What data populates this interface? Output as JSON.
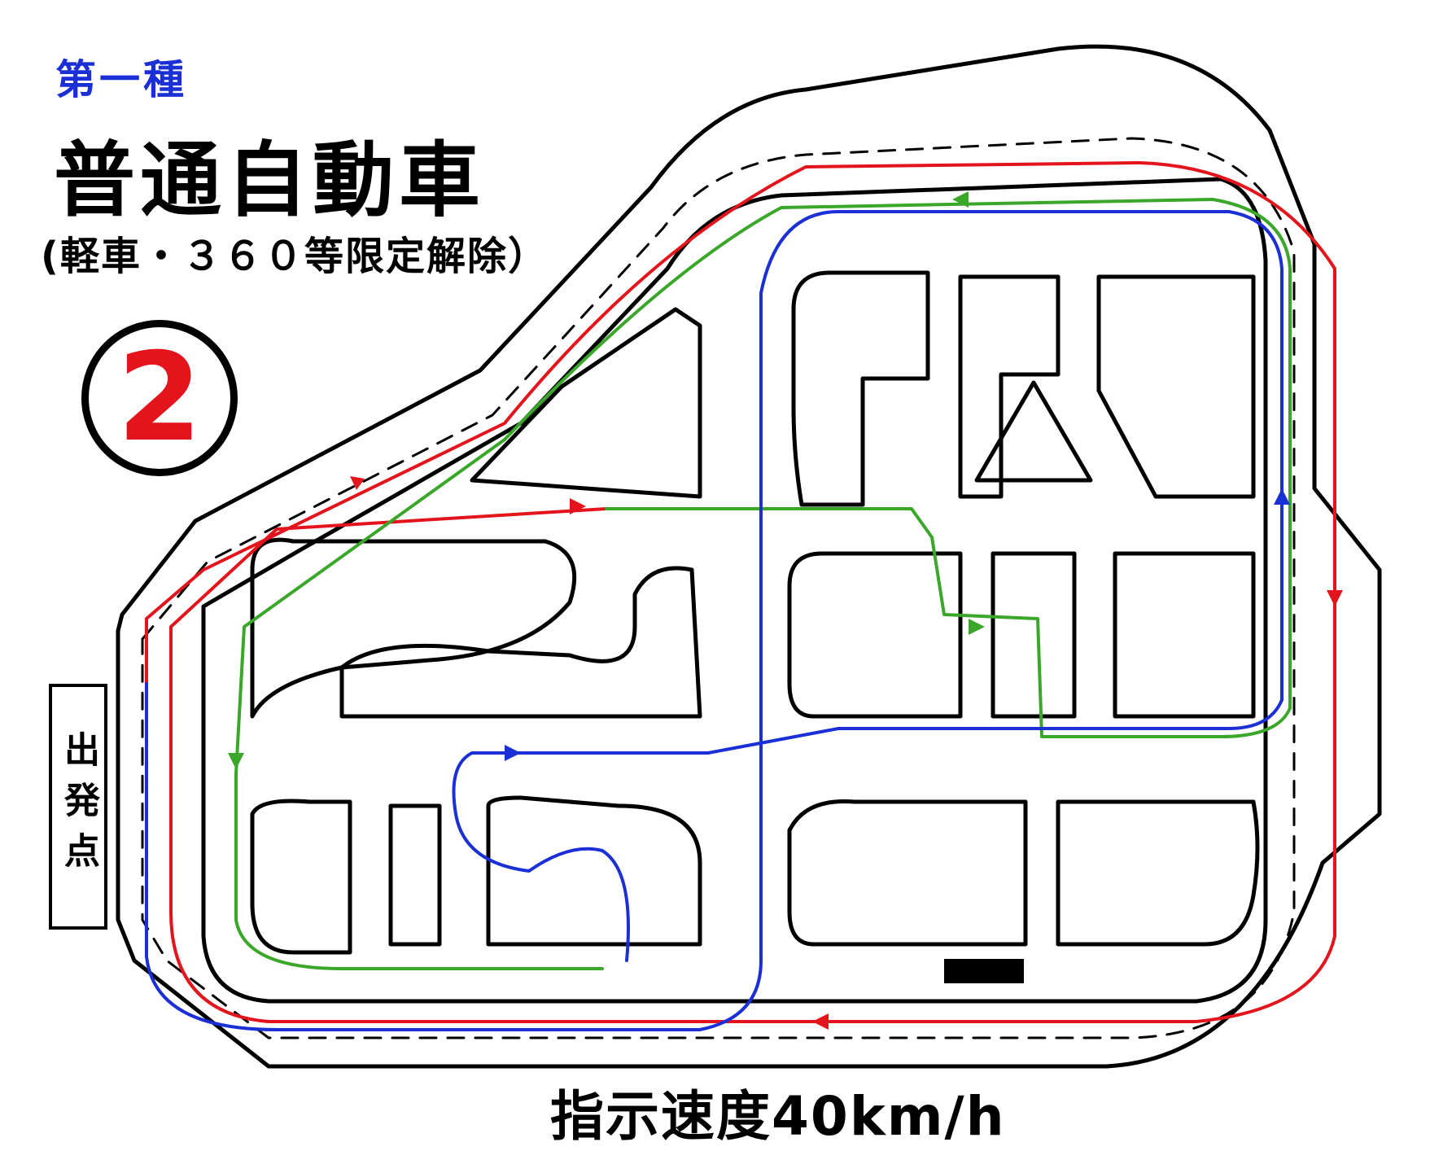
{
  "header": {
    "license_class": "第一種",
    "vehicle_type": "普通自動車",
    "restriction": "(軽車・３６０等限定解除）",
    "course_number": "2"
  },
  "start_label": "出発点",
  "speed_note": "指示速度40km/h",
  "colors": {
    "route_red": "#e3141b",
    "route_green": "#3aa72a",
    "route_blue": "#1b2fd6",
    "road_edge": "#000000"
  },
  "routes": [
    {
      "color": "red"
    },
    {
      "color": "green"
    },
    {
      "color": "blue"
    }
  ]
}
